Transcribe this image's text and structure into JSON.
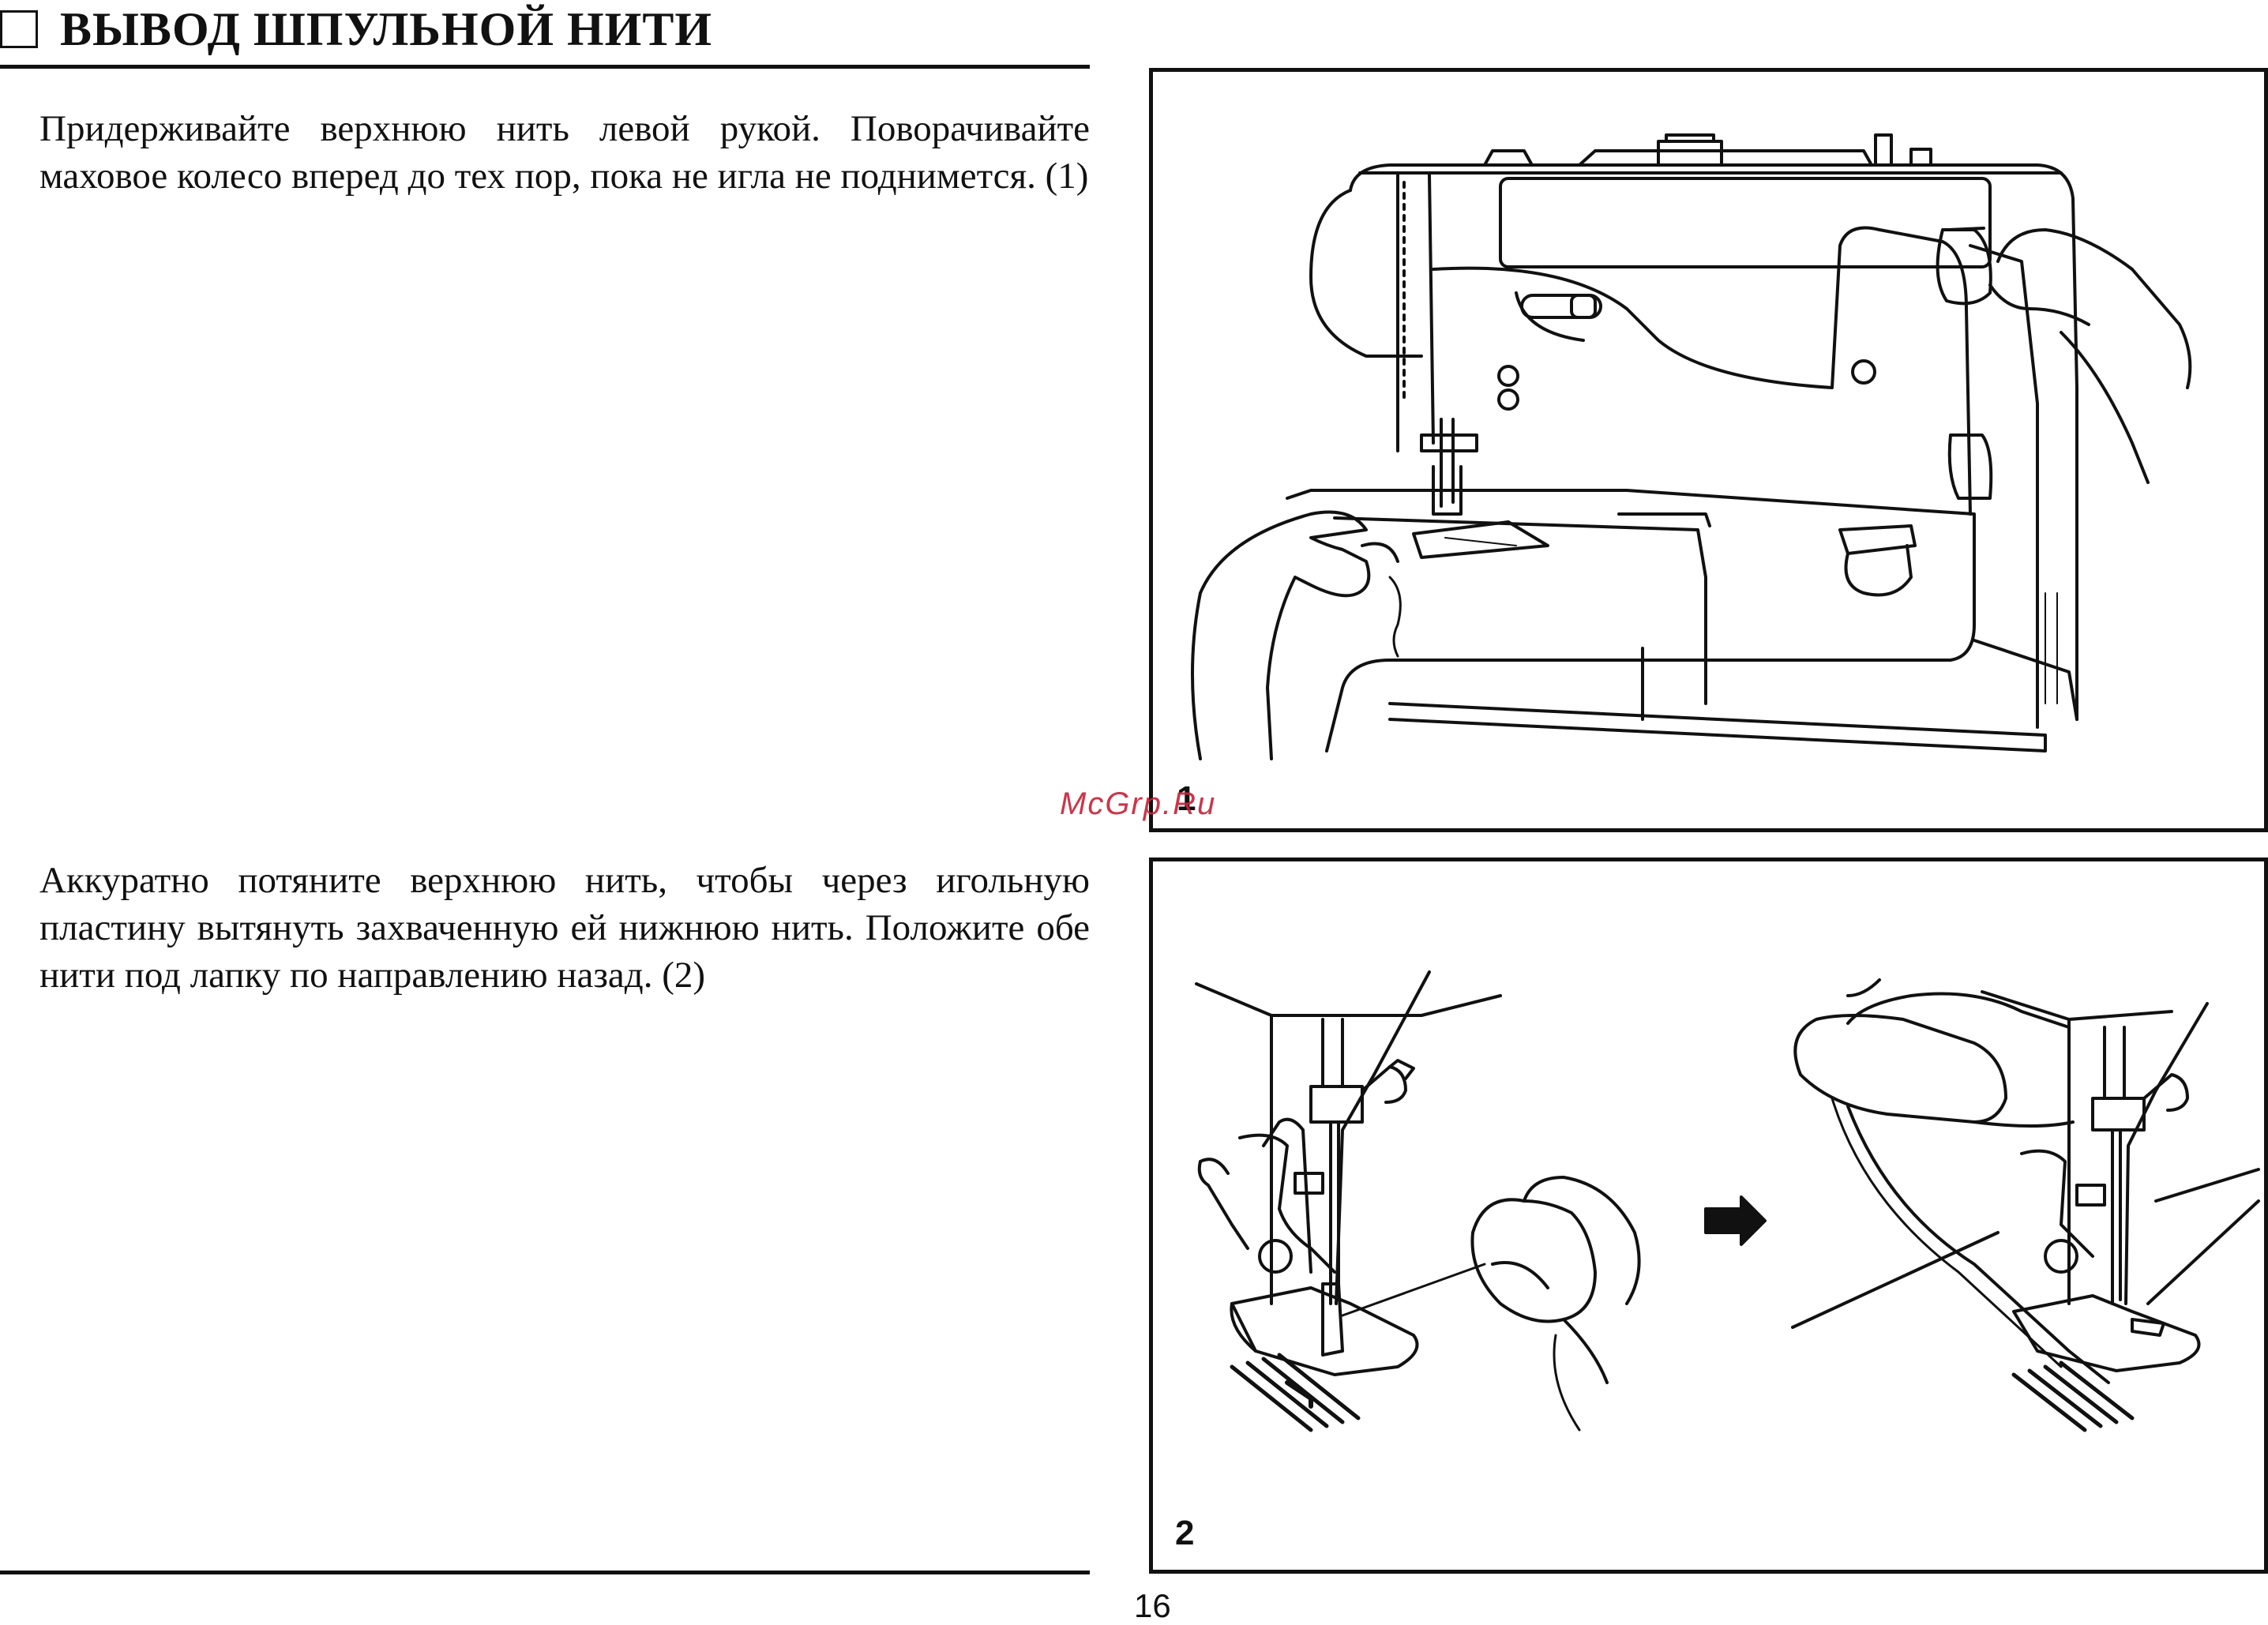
{
  "header": {
    "title": "ВЫВОД ШПУЛЬНОЙ НИТИ"
  },
  "steps": [
    {
      "text": "Придерживайте верхнюю нить левой рукой. Поворачивайте маховое колесо вперед до тех пор, пока не игла не поднимется. (1)"
    },
    {
      "text": "Аккуратно потяните верхнюю нить, чтобы через игольную пластину вытянуть захваченную ей нижнюю нить. Положите обе нити под лапку по направлению назад. (2)"
    }
  ],
  "figures": [
    {
      "number": "1"
    },
    {
      "number": "2"
    }
  ],
  "watermark": "McGrp.Ru",
  "footer": {
    "page_number": "16"
  }
}
